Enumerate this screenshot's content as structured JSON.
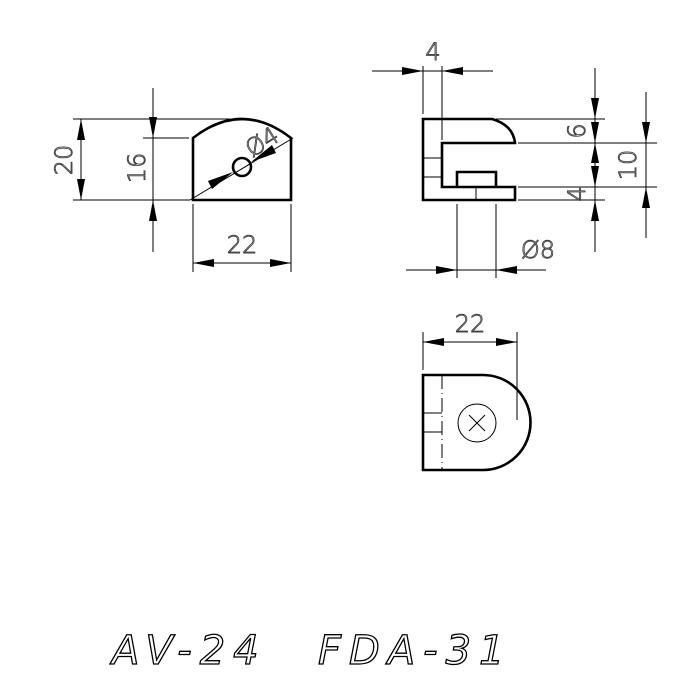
{
  "drawing": {
    "title": "AV-24   FDA-31",
    "title_left": "AV-24",
    "title_right": "FDA-31",
    "views": {
      "front": {
        "dims": {
          "overall_height": "20",
          "body_height": "16",
          "width": "22",
          "hole_diameter": "Ø4"
        }
      },
      "side": {
        "dims": {
          "wall_thickness": "4",
          "top_flange": "6",
          "gap": "10",
          "bottom_flange": "4",
          "boss_diameter": "Ø8"
        }
      },
      "bottom": {
        "dims": {
          "width": "22"
        }
      }
    }
  }
}
